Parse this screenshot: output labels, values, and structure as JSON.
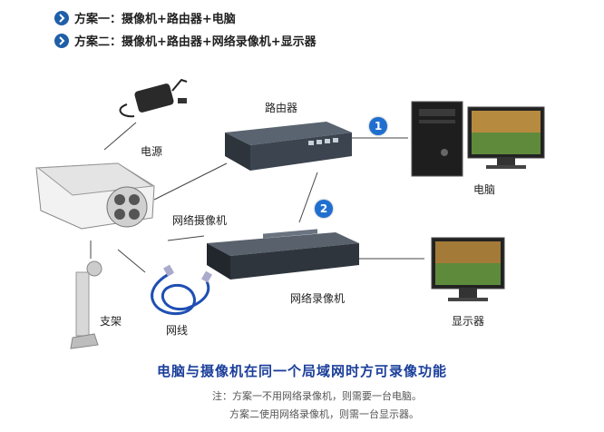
{
  "plans": [
    {
      "text": "方案一：摄像机+路由器+电脑"
    },
    {
      "text": "方案二：摄像机+路由器+网络录像机+显示器"
    }
  ],
  "labels": {
    "power": "电源",
    "router": "路由器",
    "camera": "网络摄像机",
    "computer": "电脑",
    "nvr": "网络录像机",
    "monitor": "显示器",
    "bracket": "支架",
    "cable": "网线"
  },
  "badges": {
    "one": "1",
    "two": "2"
  },
  "headline": "电脑与摄像机在同一个局域网时方可录像功能",
  "notes": {
    "line1": "注：方案一不用网络录像机，则需要一台电脑。",
    "line2": "方案二使用网络录像机，则需一台显示器。"
  },
  "colors": {
    "accent": "#1f6fd0",
    "headline": "#1a3e9a"
  }
}
